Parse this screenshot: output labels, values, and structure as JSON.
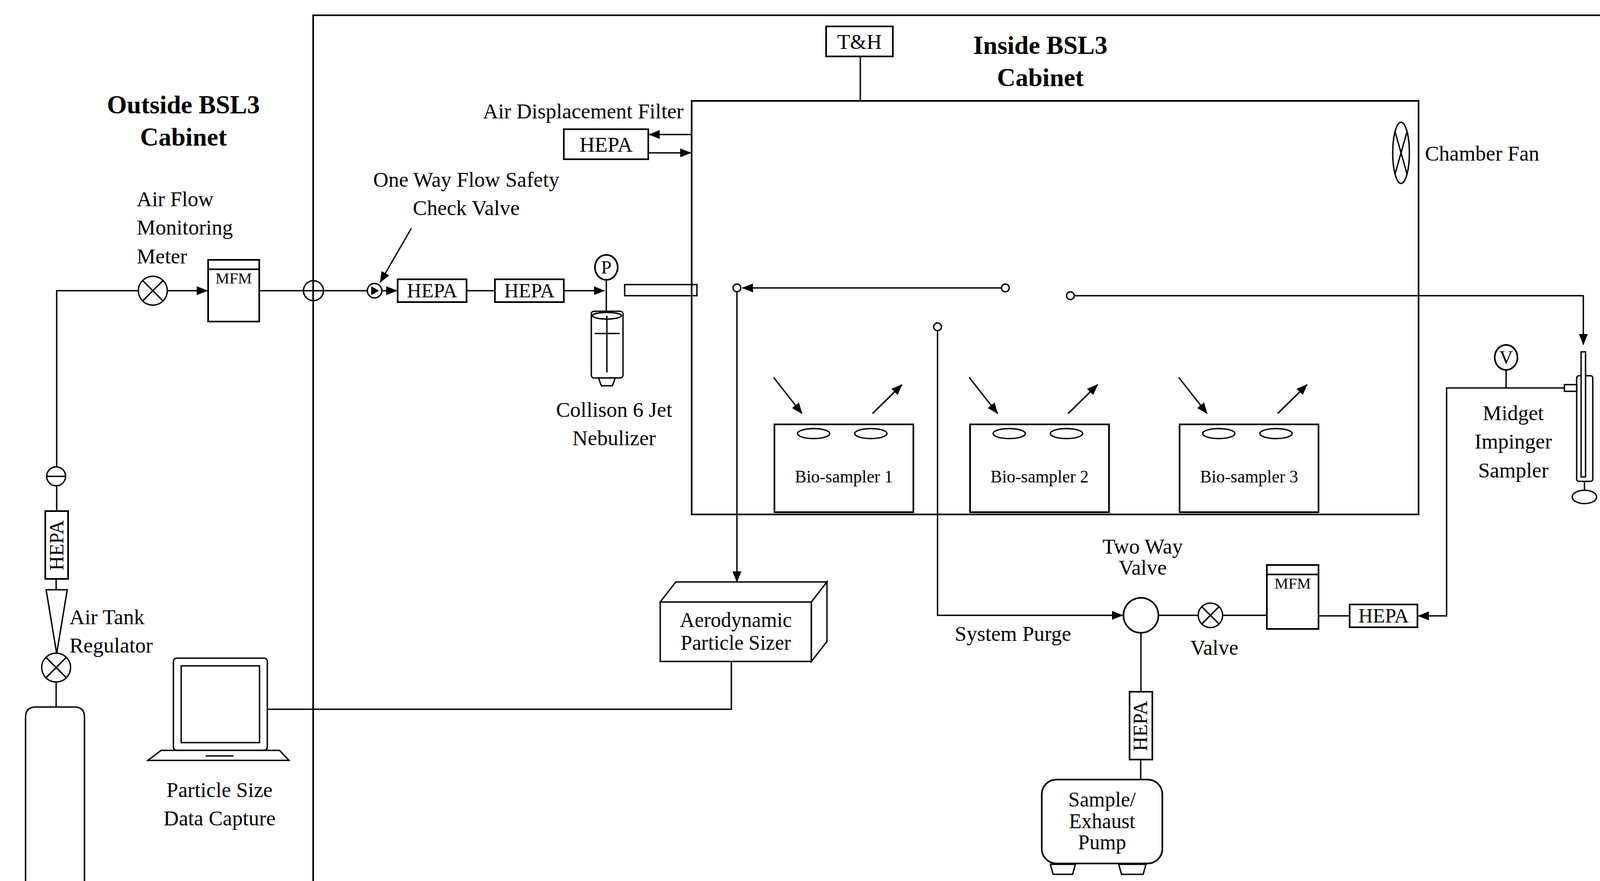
{
  "diagram": {
    "nodes": [
      {
        "text": [
          "Inside BSL3 Cabinet"
        ]
      },
      {
        "text": [
          "T&H"
        ],
        "in": 0
      },
      {
        "text": [
          "HEPA"
        ],
        "in": 0
      },
      {
        "text": [
          "Chamber Fan"
        ],
        "in": 0
      },
      {
        "text": [
          "Bio-sampler 1"
        ],
        "in": 3
      },
      {
        "text": [
          "Bio-sampler 2"
        ],
        "in": 3
      },
      {
        "text": [
          "Bio-sampler 3"
        ],
        "in": 3
      },
      {
        "text": [
          "MFM"
        ]
      },
      {
        "text": [
          "HEPA"
        ],
        "in": 0
      },
      {
        "text": [
          "HEPA"
        ],
        "in": 0
      },
      {
        "text": [
          "P"
        ],
        "in": 0
      },
      {
        "text": [
          "Collison 6 Jet Nebulizer"
        ],
        "in": 0
      },
      {
        "text": [
          "V"
        ],
        "in": 0
      },
      {
        "text": [
          "Midget Impinger Sampler"
        ],
        "in": 0
      },
      {
        "text": [
          "HEPA"
        ]
      },
      {
        "text": [
          "Aerodynamic Particle Sizer"
        ],
        "in": 0
      },
      {
        "text": [
          "Two Way Valve"
        ],
        "in": 0
      },
      {
        "text": [
          "MFM"
        ],
        "in": 0
      },
      {
        "text": [
          "HEPA"
        ],
        "in": 0
      },
      {
        "text": [
          "Particle Size Data Capture"
        ]
      },
      {
        "text": [
          "HEPA"
        ],
        "in": 0
      },
      {
        "text": [
          "Sample/ Exhaust Pump"
        ],
        "in": 0
      }
    ],
    "edges": [
      {
        "from": 7,
        "to": 8,
        "arrow": "to"
      },
      {
        "from": 8,
        "to": 9,
        "arrow": "none"
      },
      {
        "from": 9,
        "to": 11,
        "arrow": "to"
      },
      {
        "from": 14,
        "to": 7,
        "arrow": "to"
      },
      {
        "from": 3,
        "to": 2,
        "arrow": "to"
      },
      {
        "from": 2,
        "to": 3,
        "arrow": "to"
      },
      {
        "from": 3,
        "to": 15,
        "arrow": "to"
      },
      {
        "from": 3,
        "to": 16,
        "arrow": "to"
      },
      {
        "from": 3,
        "to": 13,
        "arrow": "to"
      },
      {
        "from": 13,
        "to": 18,
        "arrow": "to"
      },
      {
        "from": 18,
        "to": 17,
        "arrow": "none"
      },
      {
        "from": 17,
        "to": 16,
        "arrow": "none"
      },
      {
        "from": 16,
        "to": 20,
        "arrow": "none"
      },
      {
        "from": 20,
        "to": 21,
        "arrow": "none"
      },
      {
        "from": 15,
        "to": 19,
        "arrow": "none"
      }
    ],
    "labels": [
      "Outside BSL3 Cabinet",
      "Air Flow Monitoring Meter",
      "One Way Flow Safety Check Valve",
      "Air Displacement Filter",
      "Air Tank Regulator",
      "System Purge",
      "Valve"
    ]
  }
}
